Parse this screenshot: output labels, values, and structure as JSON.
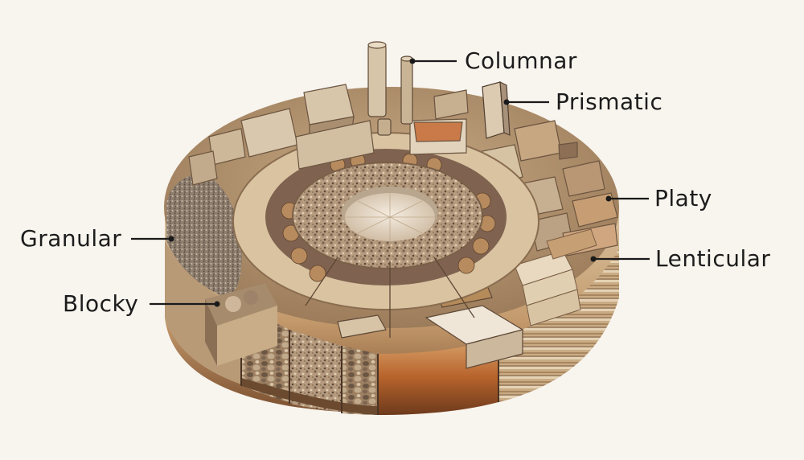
{
  "labels": {
    "columnar": "Columnar",
    "prismatic": "Prismatic",
    "platy": "Platy",
    "granular": "Granular",
    "lenticular": "Lenticular",
    "blocky": "Blocky"
  },
  "colors": {
    "background": "#f8f4ee",
    "ink": "#1a1a1a",
    "soil_light": "#d9c4a3",
    "soil_mid": "#b8946a",
    "soil_dark": "#5a3e2b",
    "soil_orange": "#b86a32"
  }
}
